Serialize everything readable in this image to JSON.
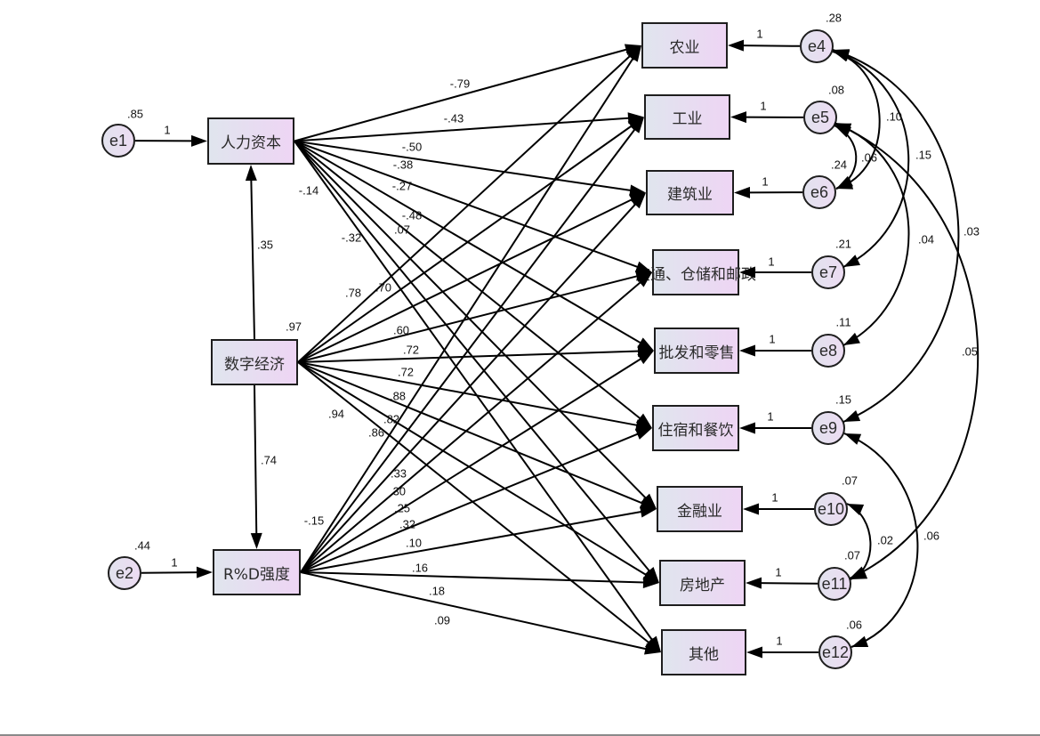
{
  "diagram": {
    "nodes": [
      {
        "id": "rlzb",
        "label": "人力资本"
      },
      {
        "id": "szjj",
        "label": "数字经济"
      },
      {
        "id": "rd",
        "label": "R%D强度"
      },
      {
        "id": "ny",
        "label": "农业"
      },
      {
        "id": "gy",
        "label": "工业"
      },
      {
        "id": "jzy",
        "label": "建筑业"
      },
      {
        "id": "jt",
        "label": "交通、仓储和邮政"
      },
      {
        "id": "pf",
        "label": "批发和零售"
      },
      {
        "id": "zs",
        "label": "住宿和餐饮"
      },
      {
        "id": "jr",
        "label": "金融业"
      },
      {
        "id": "fdc",
        "label": "房地产"
      },
      {
        "id": "qt",
        "label": "其他"
      }
    ],
    "errors": [
      {
        "id": "e1",
        "label": "e1",
        "variance": ".85",
        "target": "rlzb",
        "weight": "1"
      },
      {
        "id": "e2",
        "label": "e2",
        "variance": ".44",
        "target": "rd",
        "weight": "1"
      },
      {
        "id": "e4",
        "label": "e4",
        "variance": ".28",
        "target": "ny",
        "weight": "1"
      },
      {
        "id": "e5",
        "label": "e5",
        "variance": ".08",
        "target": "gy",
        "weight": "1"
      },
      {
        "id": "e6",
        "label": "e6",
        "variance": ".24",
        "target": "jzy",
        "weight": "1"
      },
      {
        "id": "e7",
        "label": "e7",
        "variance": ".21",
        "target": "jt",
        "weight": "1"
      },
      {
        "id": "e8",
        "label": "e8",
        "variance": ".11",
        "target": "pf",
        "weight": "1"
      },
      {
        "id": "e9",
        "label": "e9",
        "variance": ".15",
        "target": "zs",
        "weight": "1"
      },
      {
        "id": "e10",
        "label": "e10",
        "variance": ".07",
        "target": "jr",
        "weight": "1"
      },
      {
        "id": "e11",
        "label": "e11",
        "variance": ".07",
        "target": "fdc",
        "weight": "1"
      },
      {
        "id": "e12",
        "label": "e12",
        "variance": ".06",
        "target": "qt",
        "weight": "1"
      }
    ],
    "exogenous_variances": [
      {
        "node": "szjj",
        "value": ".97"
      }
    ],
    "paths": [
      {
        "from": "szjj",
        "to": "rlzb",
        "value": ".35"
      },
      {
        "from": "szjj",
        "to": "rd",
        "value": ".74"
      },
      {
        "from": "rlzb",
        "to": "ny",
        "value": "-.79"
      },
      {
        "from": "rlzb",
        "to": "gy",
        "value": "-.43"
      },
      {
        "from": "rlzb",
        "to": "jzy",
        "value": "-.50"
      },
      {
        "from": "rlzb",
        "to": "jt",
        "value": "-.38"
      },
      {
        "from": "rlzb",
        "to": "pf",
        "value": "-.27"
      },
      {
        "from": "rlzb",
        "to": "zs",
        "value": "-.48"
      },
      {
        "from": "rlzb",
        "to": "jr",
        "value": ".07"
      },
      {
        "from": "rlzb",
        "to": "fdc",
        "value": "-.32"
      },
      {
        "from": "rlzb",
        "to": "qt",
        "value": "-.14"
      },
      {
        "from": "szjj",
        "to": "ny",
        "value": ".78"
      },
      {
        "from": "szjj",
        "to": "gy",
        "value": ".70"
      },
      {
        "from": "szjj",
        "to": "jzy",
        "value": ".60"
      },
      {
        "from": "szjj",
        "to": "jt",
        "value": ".72"
      },
      {
        "from": "szjj",
        "to": "pf",
        "value": ".72"
      },
      {
        "from": "szjj",
        "to": "zs",
        "value": ".88"
      },
      {
        "from": "szjj",
        "to": "jr",
        "value": ".82"
      },
      {
        "from": "szjj",
        "to": "fdc",
        "value": ".86"
      },
      {
        "from": "szjj",
        "to": "qt",
        "value": ".94"
      },
      {
        "from": "rd",
        "to": "ny",
        "value": "-.15"
      },
      {
        "from": "rd",
        "to": "gy",
        "value": ".33"
      },
      {
        "from": "rd",
        "to": "jzy",
        "value": ".30"
      },
      {
        "from": "rd",
        "to": "jt",
        "value": ".25"
      },
      {
        "from": "rd",
        "to": "pf",
        "value": ".32"
      },
      {
        "from": "rd",
        "to": "zs",
        "value": ".10"
      },
      {
        "from": "rd",
        "to": "jr",
        "value": ".16"
      },
      {
        "from": "rd",
        "to": "fdc",
        "value": ".18"
      },
      {
        "from": "rd",
        "to": "qt",
        "value": ".09"
      }
    ],
    "covariances": [
      {
        "a": "e4",
        "b": "e6",
        "value": ".10"
      },
      {
        "a": "e5",
        "b": "e6",
        "value": ".06"
      },
      {
        "a": "e4",
        "b": "e7",
        "value": ".15"
      },
      {
        "a": "e5",
        "b": "e8",
        "value": ".04"
      },
      {
        "a": "e4",
        "b": "e9",
        "value": ".03"
      },
      {
        "a": "e5",
        "b": "e11",
        "value": ".05"
      },
      {
        "a": "e10",
        "b": "e11",
        "value": ".02"
      },
      {
        "a": "e9",
        "b": "e12",
        "value": ".06"
      }
    ]
  }
}
